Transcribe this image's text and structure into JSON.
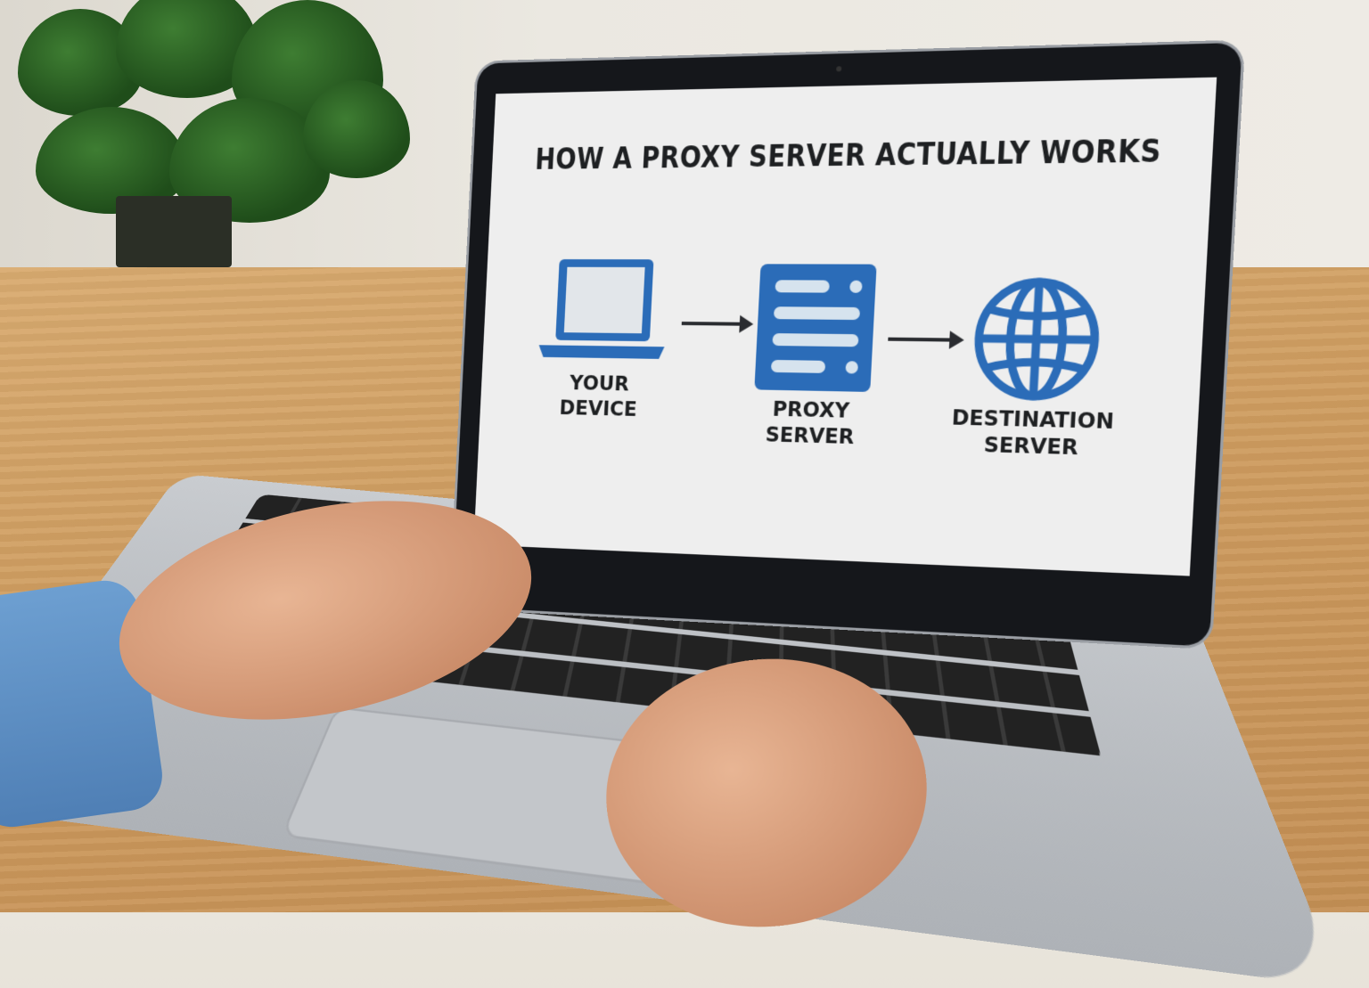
{
  "scene": {
    "description": "Person typing on a laptop on a wooden desk, plant in background",
    "colors": {
      "accent_blue": "#2b6cb8",
      "icon_light": "#d6e3ee",
      "text_dark": "#1e2022",
      "screen_bg": "#eeeeee",
      "desk": "#d1a066",
      "sleeve": "#5b8dc4"
    }
  },
  "screen": {
    "title": "HOW A PROXY SERVER ACTUALLY WORKS",
    "nodes": [
      {
        "label_line1": "YOUR DEVICE",
        "label_line2": "",
        "icon": "laptop-icon"
      },
      {
        "label_line1": "PROXY",
        "label_line2": "SERVER",
        "icon": "server-icon"
      },
      {
        "label_line1": "DESTINATION",
        "label_line2": "SERVER",
        "icon": "globe-icon"
      }
    ],
    "arrows": [
      "device-to-proxy",
      "proxy-to-destination"
    ]
  }
}
